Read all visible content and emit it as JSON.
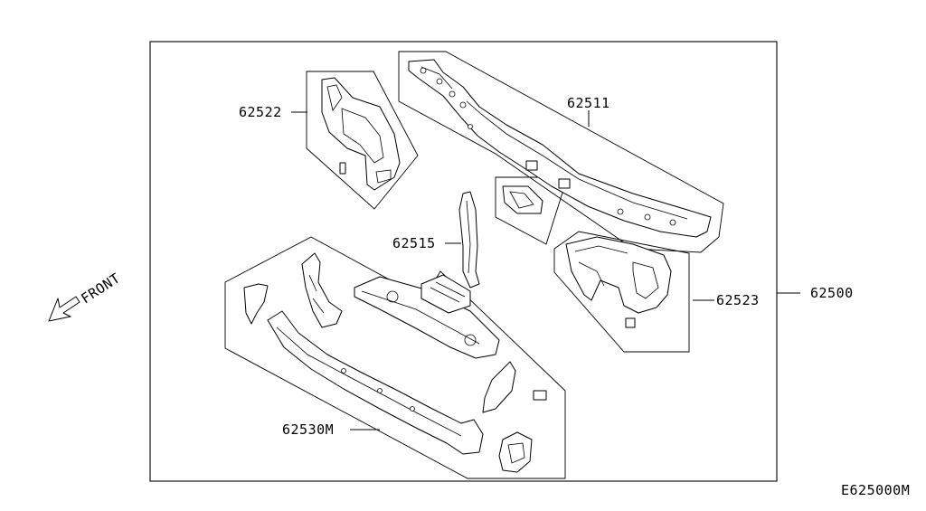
{
  "diagram": {
    "code": "E625000M",
    "front_label": "FRONT",
    "parts": {
      "assembly": "62500",
      "upper_support": "62511",
      "bracket_left": "62522",
      "bracket_right": "62523",
      "center_stay": "62515",
      "lower_support": "62530M"
    }
  }
}
